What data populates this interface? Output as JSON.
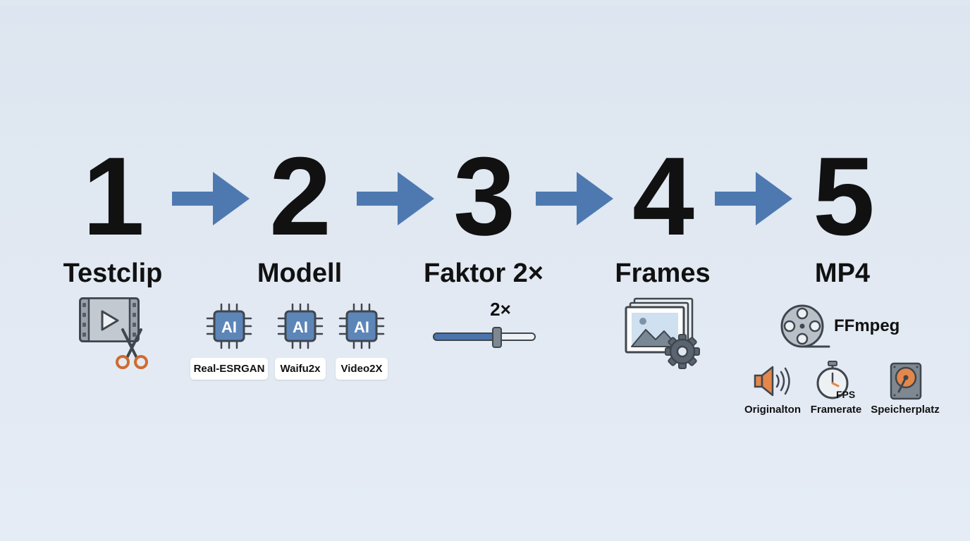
{
  "steps": [
    {
      "number": "1",
      "title": "Testclip"
    },
    {
      "number": "2",
      "title": "Modell"
    },
    {
      "number": "3",
      "title": "Faktor 2×"
    },
    {
      "number": "4",
      "title": "Frames"
    },
    {
      "number": "5",
      "title": "MP4"
    }
  ],
  "models": [
    "Real-ESRGAN",
    "Waifu2x",
    "Video2X"
  ],
  "chip_text": "AI",
  "slider": {
    "label": "2×",
    "value": 0.62
  },
  "mp4": {
    "tool": "FFmpeg",
    "fps_badge": "FPS",
    "features": [
      "Originalton",
      "Framerate",
      "Speicherplatz"
    ]
  },
  "colors": {
    "arrow": "#4e79b0",
    "slider_fill": "#4a74ab",
    "accent_orange": "#e4874a",
    "icon_gray": "#6f7780"
  },
  "icons": [
    "film-clip-icon",
    "scissors-icon",
    "ai-chip-icon",
    "slider-icon",
    "image-stack-icon",
    "gear-icon",
    "film-reel-icon",
    "speaker-icon",
    "stopwatch-icon",
    "hard-drive-icon"
  ]
}
